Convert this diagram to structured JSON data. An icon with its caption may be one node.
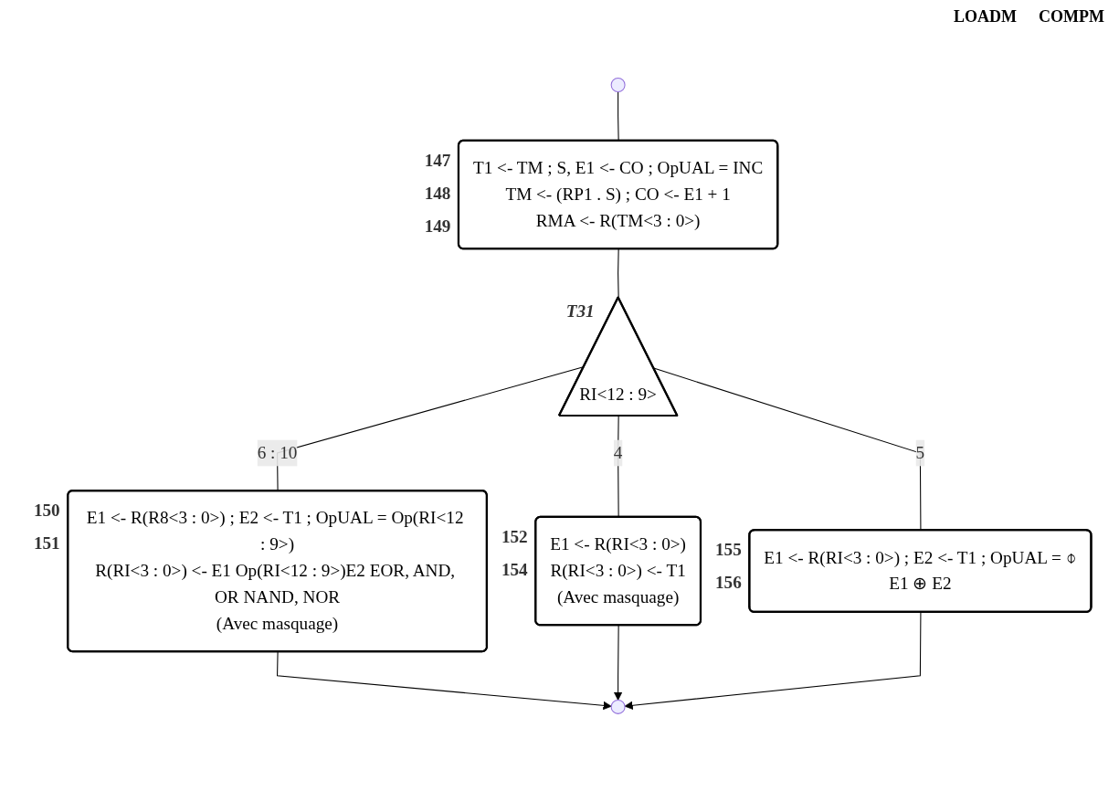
{
  "diagram": {
    "nodes": [
      {
        "text": [
          "T1 <- TM ; S, E1 <- CO ; OpUAL = INC",
          "TM <- (RP1 . S) ; CO <- E1 + 1",
          "RMA <- R(TM<3 : 0>)"
        ],
        "beside": [
          "147",
          "148",
          "149"
        ]
      },
      {
        "text": [
          "RI<12 : 9>"
        ],
        "beside": [
          "T31"
        ]
      },
      {
        "text": [
          "E1 <- R(R8<3 : 0>) ; E2 <- T1 ; OpUAL = Op(RI<12 : 9>)",
          "R(RI<3 : 0>) <- E1 Op(RI<12 : 9>)E2 EOR, AND, OR NAND, NOR",
          "(Avec masquage)"
        ],
        "beside": [
          "150",
          "151"
        ]
      },
      {
        "text": [
          "E1 <- R(RI<3 : 0>)",
          "R(RI<3 : 0>) <- T1",
          "(Avec masquage)"
        ],
        "beside": [
          "152",
          "154"
        ]
      },
      {
        "text": [
          "E1 <- R(RI<3 : 0>) ; E2 <- T1 ; OpUAL = ⌽",
          "E1 ⊕ E2"
        ],
        "beside": [
          "155",
          "156"
        ]
      }
    ],
    "edges": [
      {
        "from": null,
        "to": 0,
        "arrow": "none"
      },
      {
        "from": 0,
        "to": 1,
        "arrow": "none"
      },
      {
        "from": 1,
        "to": 2,
        "arrow": "none",
        "label": "6 : 10"
      },
      {
        "from": 1,
        "to": 3,
        "arrow": "none",
        "label": "4"
      },
      {
        "from": 1,
        "to": 4,
        "arrow": "none",
        "label": "5"
      },
      {
        "from": 2,
        "to": null,
        "arrow": "to"
      },
      {
        "from": 3,
        "to": null,
        "arrow": "to"
      },
      {
        "from": 4,
        "to": null,
        "arrow": "to"
      }
    ],
    "labels": [
      "LOADM",
      "COMPM"
    ]
  }
}
